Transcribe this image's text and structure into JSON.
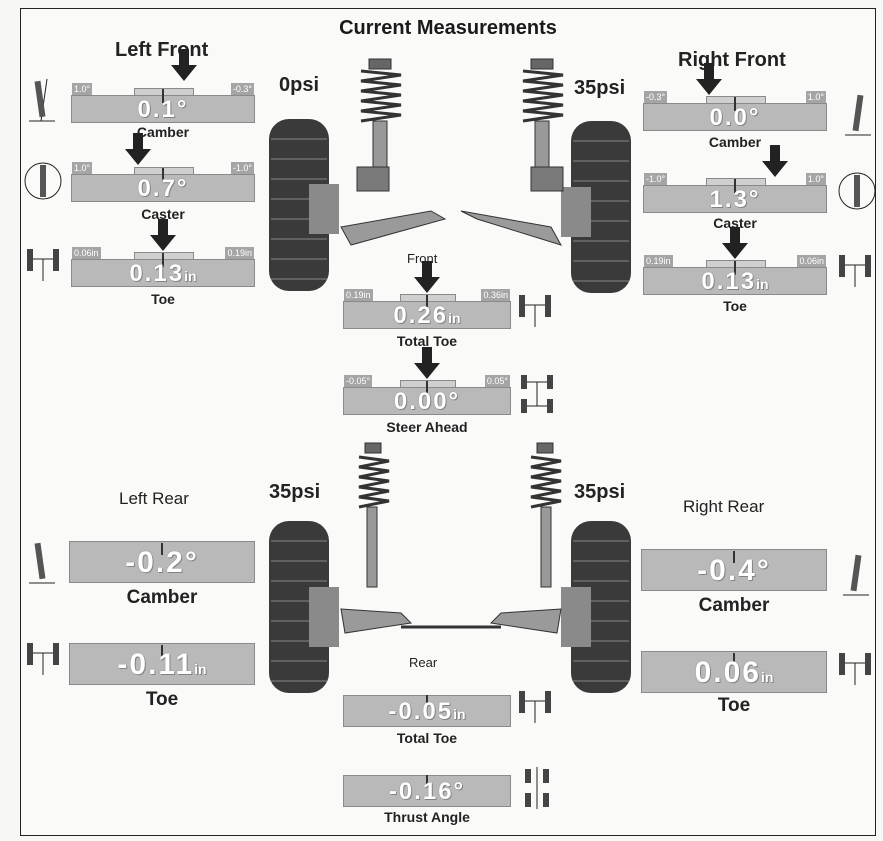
{
  "title": "Current Measurements",
  "front": {
    "label": "Front",
    "left_psi": "0psi",
    "right_psi": "35psi",
    "left_front": {
      "title": "Left Front",
      "camber": {
        "label": "Camber",
        "value": "0.1°",
        "min": "1.0°",
        "max": "-0.3°"
      },
      "caster": {
        "label": "Caster",
        "value": "0.7°",
        "min": "1.0°",
        "max": "-1.0°"
      },
      "toe": {
        "label": "Toe",
        "value": "0.13",
        "unit": "in",
        "min": "0.06in",
        "max": "0.19in"
      }
    },
    "right_front": {
      "title": "Right Front",
      "camber": {
        "label": "Camber",
        "value": "0.0°",
        "min": "-0.3°",
        "max": "1.0°"
      },
      "caster": {
        "label": "Caster",
        "value": "1.3°",
        "min": "-1.0°",
        "max": "1.0°"
      },
      "toe": {
        "label": "Toe",
        "value": "0.13",
        "unit": "in",
        "min": "0.19in",
        "max": "0.06in"
      }
    },
    "total_toe": {
      "label": "Total Toe",
      "value": "0.26",
      "unit": "in",
      "min": "0.19in",
      "max": "0.36in"
    },
    "steer_ahead": {
      "label": "Steer Ahead",
      "value": "0.00°",
      "min": "-0.05°",
      "max": "0.05°"
    }
  },
  "rear": {
    "label": "Rear",
    "left_psi": "35psi",
    "right_psi": "35psi",
    "left_rear": {
      "title": "Left Rear",
      "camber": {
        "label": "Camber",
        "value": "-0.2°"
      },
      "toe": {
        "label": "Toe",
        "value": "-0.11",
        "unit": "in"
      }
    },
    "right_rear": {
      "title": "Right Rear",
      "camber": {
        "label": "Camber",
        "value": "-0.4°"
      },
      "toe": {
        "label": "Toe",
        "value": "0.06",
        "unit": "in"
      }
    },
    "total_toe": {
      "label": "Total Toe",
      "value": "-0.05",
      "unit": "in"
    },
    "thrust_angle": {
      "label": "Thrust Angle",
      "value": "-0.16°"
    }
  },
  "colors": {
    "gauge_fill": "#b9b9b9",
    "arrow": "#222222",
    "text": "#1a1a1a"
  }
}
